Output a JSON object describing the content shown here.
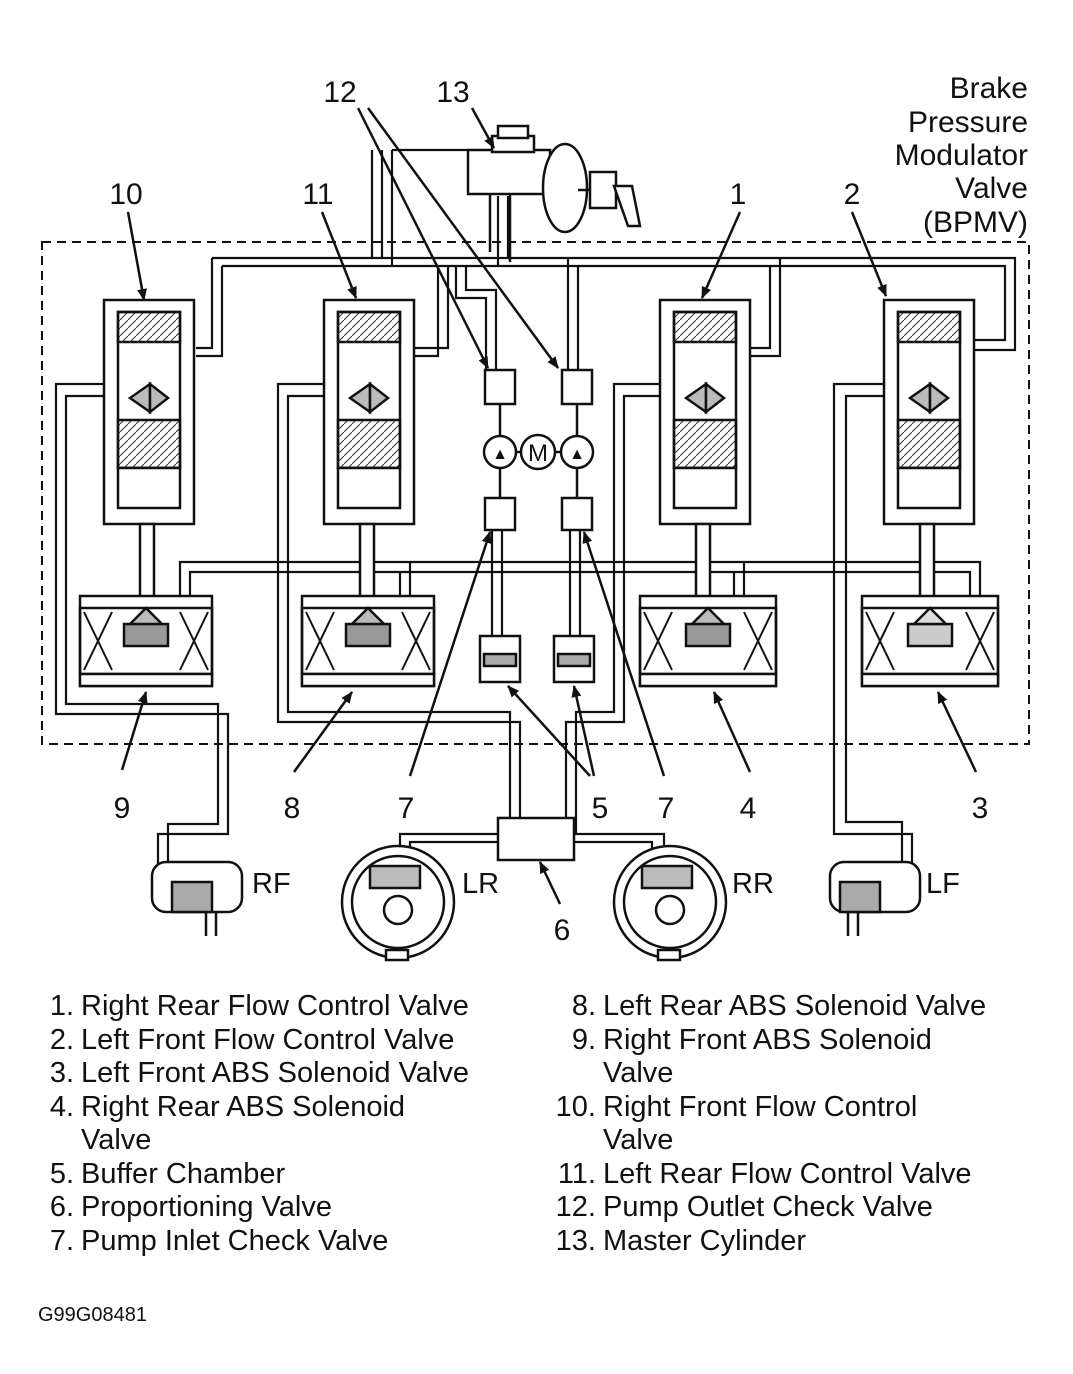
{
  "title": {
    "line1": "Brake",
    "line2": "Pressure",
    "line3": "Modulator",
    "line4": "Valve",
    "line5": "(BPMV)"
  },
  "callouts": {
    "c1": "1",
    "c2": "2",
    "c3": "3",
    "c4": "4",
    "c5": "5",
    "c6": "6",
    "c7a": "7",
    "c7b": "7",
    "c8": "8",
    "c9": "9",
    "c10": "10",
    "c11": "11",
    "c12": "12",
    "c13": "13"
  },
  "wheels": {
    "rf": "RF",
    "lr": "LR",
    "rr": "RR",
    "lf": "LF"
  },
  "pump_motor": "M",
  "legend_left": [
    {
      "num": "1.",
      "text": "Right Rear Flow Control Valve",
      "cont": ""
    },
    {
      "num": "2.",
      "text": "Left Front Flow Control Valve",
      "cont": ""
    },
    {
      "num": "3.",
      "text": "Left Front ABS Solenoid Valve",
      "cont": ""
    },
    {
      "num": "4.",
      "text": "Right Rear ABS Solenoid",
      "cont": "Valve"
    },
    {
      "num": "5.",
      "text": "Buffer Chamber",
      "cont": ""
    },
    {
      "num": "6.",
      "text": "Proportioning Valve",
      "cont": ""
    },
    {
      "num": "7.",
      "text": "Pump Inlet Check Valve",
      "cont": ""
    }
  ],
  "legend_right": [
    {
      "num": "8.",
      "text": "Left Rear ABS Solenoid Valve",
      "cont": ""
    },
    {
      "num": "9.",
      "text": "Right Front ABS Solenoid",
      "cont": "Valve"
    },
    {
      "num": "10.",
      "text": "Right Front Flow Control",
      "cont": "Valve"
    },
    {
      "num": "11.",
      "text": "Left Rear Flow Control Valve",
      "cont": ""
    },
    {
      "num": "12.",
      "text": "Pump Outlet Check Valve",
      "cont": ""
    },
    {
      "num": "13.",
      "text": "Master Cylinder",
      "cont": ""
    }
  ],
  "figure_code": "G99G08481"
}
